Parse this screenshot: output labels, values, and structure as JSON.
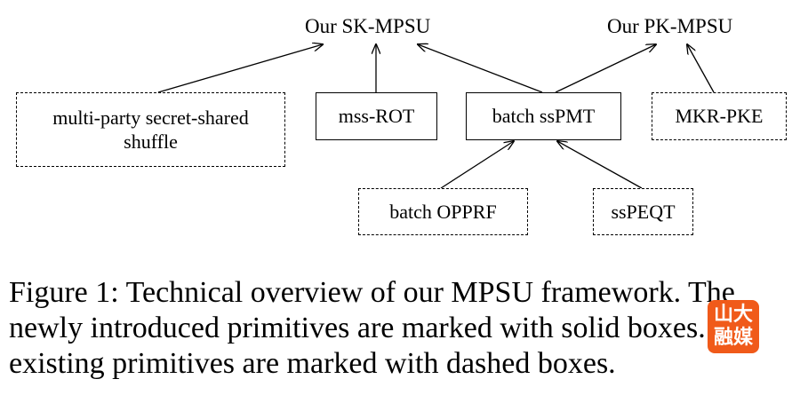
{
  "diagram": {
    "nodes": {
      "sk_mpsu": "Our SK-MPSU",
      "pk_mpsu": "Our PK-MPSU",
      "shuffle_line1": "multi-party secret-shared",
      "shuffle_line2": "shuffle",
      "mss_rot": "mss-ROT",
      "batch_sspmt": "batch ssPMT",
      "mkr_pke": "MKR-PKE",
      "batch_opprf": "batch OPPRF",
      "sspeqt": "ssPEQT"
    }
  },
  "caption": {
    "line1": "Figure 1: Technical overview of our MPSU framework. The",
    "line2": "newly introduced primitives are marked with solid boxes. The",
    "line3": "existing primitives are marked with dashed boxes."
  },
  "watermark": {
    "line1": "山大",
    "line2": "融媒",
    "color": "#f05a1a"
  }
}
